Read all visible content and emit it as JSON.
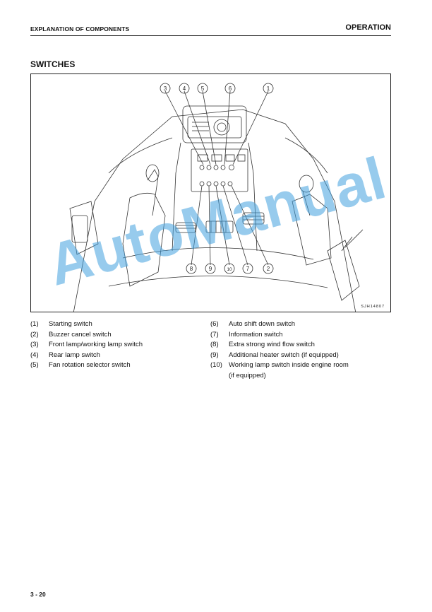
{
  "header": {
    "left": "EXPLANATION OF COMPONENTS",
    "right": "OPERATION"
  },
  "section": {
    "title": "SWITCHES"
  },
  "figure": {
    "code": "SJH14807",
    "callouts_top": [
      "3",
      "4",
      "5",
      "6",
      "1"
    ],
    "callouts_bottom": [
      "8",
      "9",
      "10",
      "7",
      "2"
    ]
  },
  "legend_left": [
    {
      "num": "(1)",
      "text": "Starting switch"
    },
    {
      "num": "(2)",
      "text": "Buzzer cancel switch"
    },
    {
      "num": "(3)",
      "text": "Front lamp/working lamp switch"
    },
    {
      "num": "(4)",
      "text": "Rear lamp switch"
    },
    {
      "num": "(5)",
      "text": "Fan rotation selector switch"
    }
  ],
  "legend_right": [
    {
      "num": "(6)",
      "text": "Auto shift down switch"
    },
    {
      "num": "(7)",
      "text": "Information switch"
    },
    {
      "num": "(8)",
      "text": "Extra strong wind flow switch"
    },
    {
      "num": "(9)",
      "text": "Additional heater switch (if equipped)"
    },
    {
      "num": "(10)",
      "text": "Working lamp switch inside engine room"
    },
    {
      "num": "",
      "text": "(if equipped)"
    }
  ],
  "watermark": "AutoManual",
  "page_number": "3 - 20",
  "colors": {
    "watermark": "#42a0de"
  }
}
